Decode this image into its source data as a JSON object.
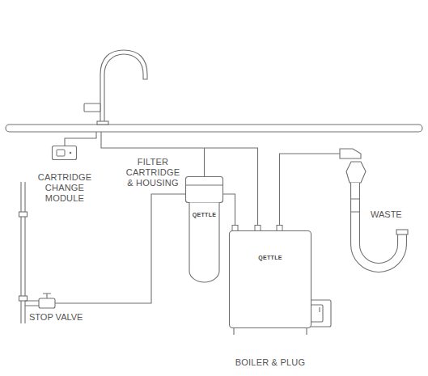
{
  "diagram": {
    "nodes": [
      {
        "text": [
          "CARTRIDGE CHANGE MODULE"
        ]
      },
      {
        "text": [
          "FILTER CARTRIDGE & HOUSING",
          "QETTLE"
        ]
      },
      {
        "text": [
          "QETTLE",
          "BOILER & PLUG"
        ]
      }
    ],
    "edges": [
      {
        "from": 1,
        "to": 2,
        "arrow": "none"
      }
    ],
    "labels": [
      "STOP VALVE",
      "WASTE"
    ]
  }
}
